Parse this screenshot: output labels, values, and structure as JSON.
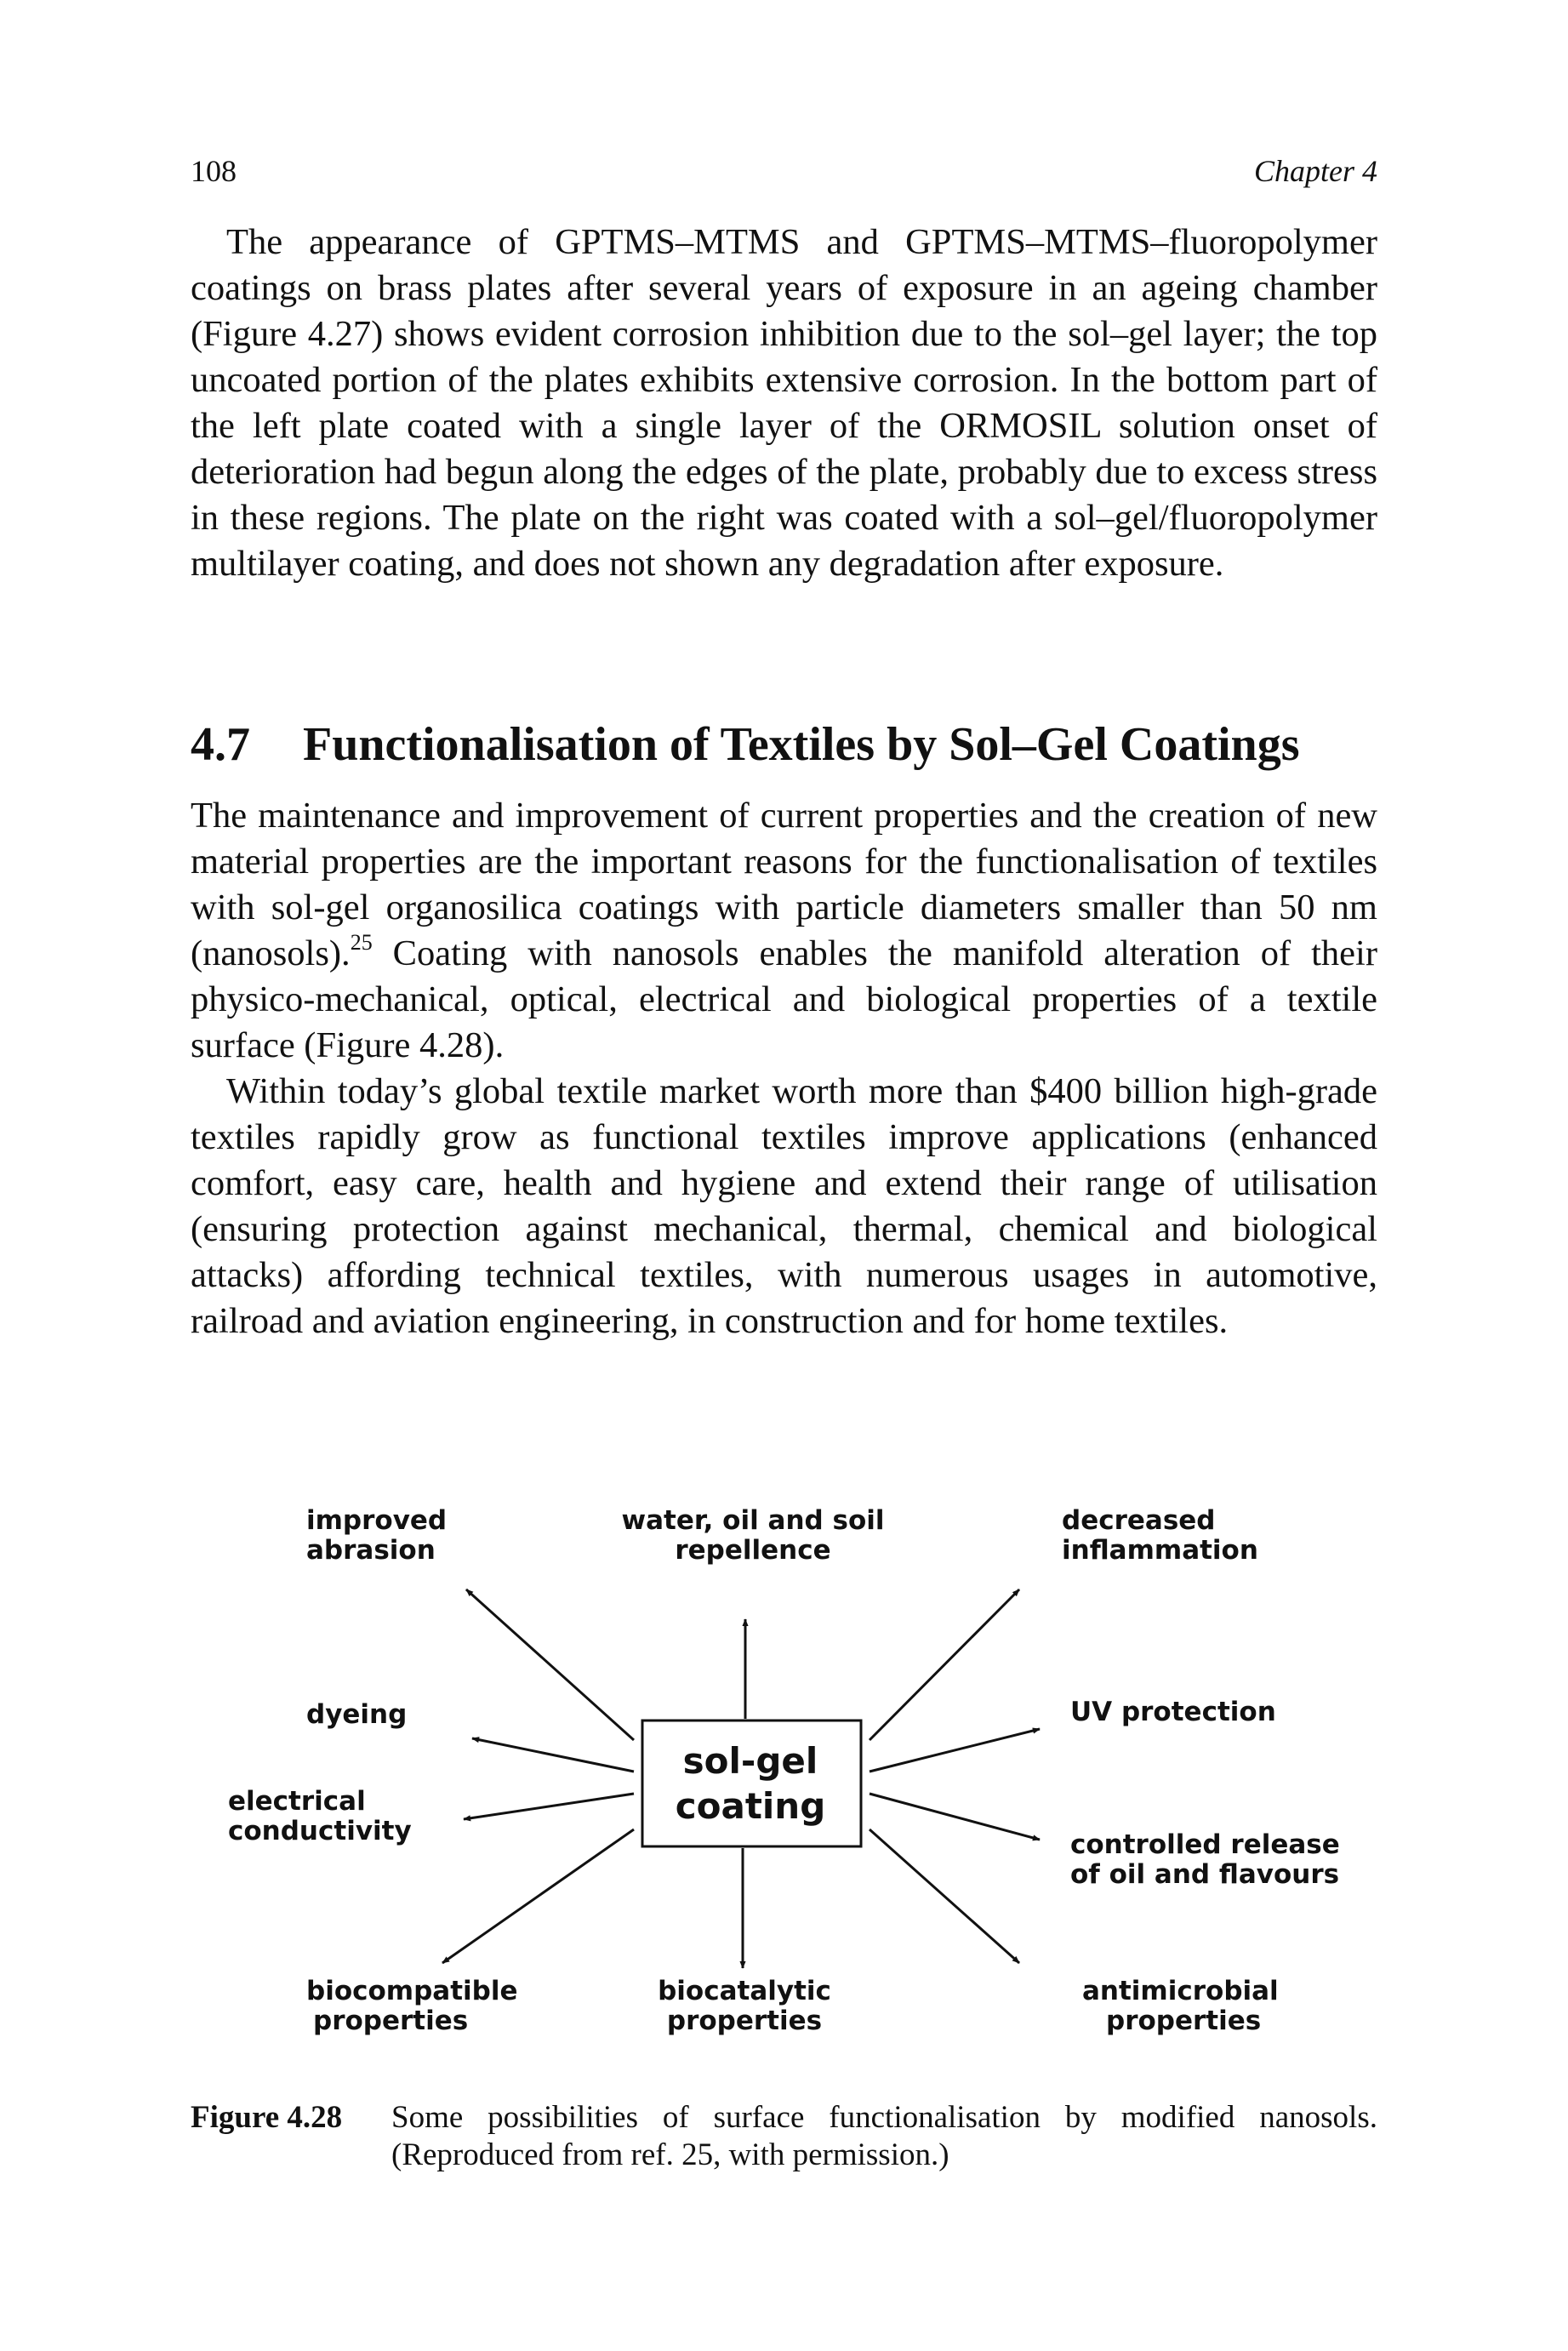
{
  "header": {
    "page_number": "108",
    "chapter": "Chapter 4"
  },
  "paragraph1": "The appearance of GPTMS–MTMS and GPTMS–MTMS–fluoropolymer coatings on brass plates after several years of exposure in an ageing chamber (Figure 4.27) shows evident corrosion inhibition due to the sol–gel layer; the top uncoated portion of the plates exhibits extensive corrosion. In the bottom part of the left plate coated with a single layer of the ORMOSIL solution onset of deterioration had begun along the edges of the plate, probably due to excess stress in these regions. The plate on the right was coated with a sol–gel/fluoropolymer multilayer coating, and does not shown any degradation after exposure.",
  "section": {
    "number": "4.7",
    "title": "Functionalisation of Textiles by Sol–Gel Coatings"
  },
  "paragraph2": {
    "before_ref": "The maintenance and improvement of current properties and the creation of new material properties are the important reasons for the functionalisation of textiles with sol-gel organosilica coatings with particle diameters smaller than 50 nm (nanosols).",
    "ref": "25",
    "after_ref": " Coating with nanosols enables the manifold alteration of their physico-mechanical, optical, electrical and biological properties of a textile surface (Figure 4.28)."
  },
  "paragraph3": "Within today’s global textile market worth more than $400 billion high-grade textiles rapidly grow as functional textiles improve applications (enhanced comfort, easy care, health and hygiene and extend their range of utilisation (ensuring protection against mechanical, thermal, chemical and biological attacks) affording technical textiles, with numerous usages in automotive, railroad and aviation engineering, in construction and for home textiles.",
  "figure": {
    "center": [
      "sol-gel",
      "coating"
    ],
    "labels": {
      "improved_abrasion": [
        "improved",
        "abrasion"
      ],
      "water_oil_soil": [
        "water, oil  and soil",
        "repellence"
      ],
      "decreased_inflammation": [
        "decreased",
        "inflammation"
      ],
      "dyeing": [
        "dyeing"
      ],
      "uv_protection": [
        "UV protection"
      ],
      "electrical_conductivity": [
        "electrical",
        "conductivity"
      ],
      "controlled_release": [
        "controlled release",
        "of oil and flavours"
      ],
      "biocompatible": [
        "biocompatible",
        "properties"
      ],
      "biocatalytic": [
        "biocatalytic",
        "properties"
      ],
      "antimicrobial": [
        "antimicrobial",
        "properties"
      ]
    },
    "caption_label": "Figure 4.28",
    "caption_text": "Some possibilities of surface functionalisation by modified nanosols. (Reproduced from ref. 25, with permission.)"
  }
}
